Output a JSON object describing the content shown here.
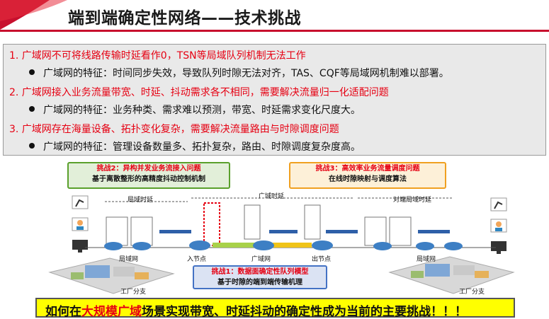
{
  "header": {
    "title": "端到端确定性网络——技术挑战"
  },
  "challenges": {
    "items": [
      {
        "heading": "1. 广域网不可将线路传输时延看作0，TSN等局域队列机制无法工作",
        "detail": "广域网的特征：时间同步失效，导致队列时隙无法对齐，TAS、CQF等局域网机制难以部署。"
      },
      {
        "heading": "2. 广域网接入业务流量带宽、时延、抖动需求各不相同，需要解决流量归一化适配问题",
        "detail": "广域网的特征：业务种类、需求难以预测，带宽、时延需求变化尺度大。"
      },
      {
        "heading": "3. 广域网存在海量设备、拓扑变化复杂，需要解决流量路由与时隙调度问题",
        "detail": "广域网的特征：管理设备数量多、拓扑复杂，路由、时隙调度复杂度高。"
      }
    ]
  },
  "diagram": {
    "challenge2": {
      "title": "挑战2：异构并发业务流接入问题",
      "subtitle": "基于离散整形的高精度抖动控制机制"
    },
    "challenge3": {
      "title": "挑战3：高效率业务流量调度问题",
      "subtitle": "在线时隙映射与调度算法"
    },
    "challenge1": {
      "title": "挑战1：数据面确定性队列模型",
      "subtitle": "基于时隙的端到端传输机理"
    },
    "labels": {
      "lan_delay_left": "局域时延",
      "wan_delay": "广域时延",
      "lan_delay_right": "对端局域时延",
      "lan_left": "局域网",
      "lan_right": "局域网",
      "wan": "广域网",
      "ingress": "入节点",
      "egress": "出节点",
      "factory_left": "工厂分支",
      "factory_right": "工厂分支"
    },
    "colors": {
      "challenge2_border": "#5aa02c",
      "challenge2_fill": "#e2efd9",
      "challenge3_border": "#f0a020",
      "challenge3_fill": "#fdf0d8",
      "challenge1_border": "#4472c4",
      "challenge1_fill": "#dbe3f3"
    }
  },
  "banner": {
    "prefix": "如何在",
    "highlight": "大规模广域",
    "suffix": "场景实现带宽、时延抖动的确定性成为当前的主要挑战！！！"
  }
}
